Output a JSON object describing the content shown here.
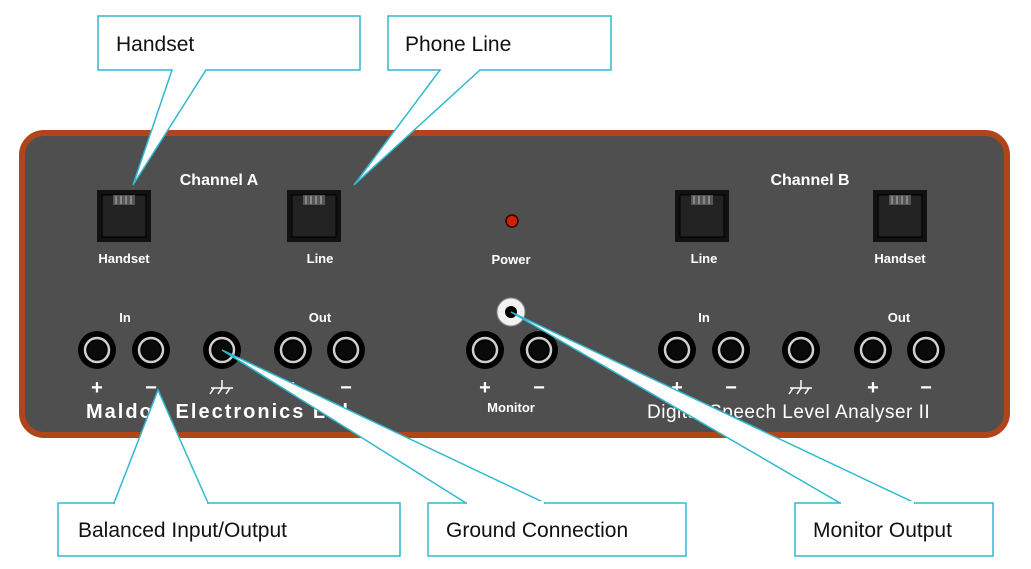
{
  "callouts": {
    "handset": "Handset",
    "phone_line": "Phone Line",
    "balanced": "Balanced Input/Output",
    "ground": "Ground Connection",
    "monitor": "Monitor Output"
  },
  "panel": {
    "channel_a": "Channel A",
    "channel_b": "Channel B",
    "handset_a": "Handset",
    "line_a": "Line",
    "line_b": "Line",
    "handset_b": "Handset",
    "power": "Power",
    "in_a": "In",
    "out_a": "Out",
    "in_b": "In",
    "out_b": "Out",
    "plus": "+",
    "minus": "−",
    "monitor": "Monitor",
    "brand": "Maldon Electronics Ltd",
    "model": "Digital Speech Level Analyser II"
  },
  "colors": {
    "panel_body": "#4f4f4f",
    "panel_border": "#b0441a",
    "callout_border": "#2fb9d0",
    "led": "#cc2200"
  }
}
